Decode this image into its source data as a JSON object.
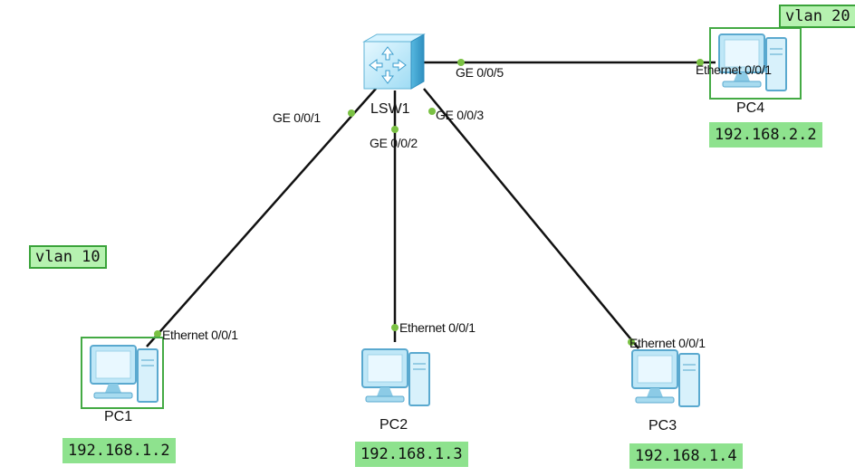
{
  "switch": {
    "name": "LSW1"
  },
  "pcs": [
    {
      "name": "PC1",
      "ip": "192.168.1.2",
      "port": "Ethernet 0/0/1"
    },
    {
      "name": "PC2",
      "ip": "192.168.1.3",
      "port": "Ethernet 0/0/1"
    },
    {
      "name": "PC3",
      "ip": "192.168.1.4",
      "port": "Ethernet 0/0/1"
    },
    {
      "name": "PC4",
      "ip": "192.168.2.2",
      "port": "Ethernet 0/0/1"
    }
  ],
  "switch_ports": [
    "GE 0/0/1",
    "GE 0/0/2",
    "GE 0/0/3",
    "GE 0/0/5"
  ],
  "vlans": [
    "vlan 10",
    "vlan 20"
  ],
  "colors": {
    "link": "#111111",
    "port_dot": "#7ac143",
    "ip_bg": "#8ee28e",
    "vlan_bg": "#b6f2b0",
    "selection": "#44aa44"
  }
}
